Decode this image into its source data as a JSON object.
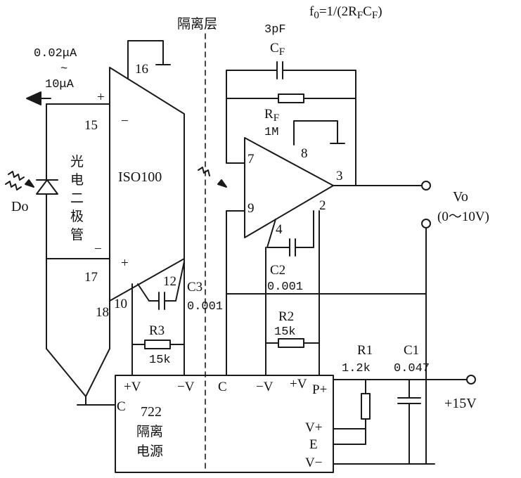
{
  "formula": {
    "prefix": "f",
    "sub0": "0",
    "eq": "=1/(2R",
    "subF1": "F",
    "c": "C",
    "subF2": "F",
    "close": ")"
  },
  "isolation_barrier": "隔离层",
  "photodiode": {
    "current_top": "0.02μA",
    "tilde": "~",
    "current_bottom": "10μA",
    "plus": "+",
    "minus": "−",
    "name_chars": [
      "光",
      "电",
      "二",
      "极",
      "管"
    ],
    "label": "Do"
  },
  "iso100": {
    "name": "ISO100",
    "pins": {
      "p15": "15",
      "p16": "16",
      "p17": "17",
      "p18": "18",
      "p10": "10",
      "p12": "12"
    },
    "minus": "−",
    "plus": "+"
  },
  "c3": {
    "name": "C3",
    "value": "0.001"
  },
  "r3": {
    "name": "R3",
    "value": "15k"
  },
  "cf": {
    "value": "3pF",
    "prefix": "C",
    "sub": "F"
  },
  "rf": {
    "prefix": "R",
    "sub": "F",
    "value": "1M"
  },
  "opamp": {
    "pins": {
      "p7": "7",
      "p8": "8",
      "p3": "3",
      "p9": "9",
      "p2": "2",
      "p4": "4"
    }
  },
  "c2": {
    "name": "C2",
    "value": "0.001"
  },
  "r2": {
    "name": "R2",
    "value": "15k"
  },
  "r1": {
    "name": "R1",
    "value": "1.2k"
  },
  "c1": {
    "name": "C1",
    "value": "0.047"
  },
  "output": {
    "name": "Vo",
    "range": "(0～10V)"
  },
  "supply": {
    "voltage": "+15V"
  },
  "power_module": {
    "model": "722",
    "name_line1": "隔离",
    "name_line2": "电源",
    "pins": {
      "c_left": "C",
      "plus_v_left": "+V",
      "minus_v_left": "−V",
      "c_right": "C",
      "minus_v_right": "−V",
      "plus_v_right": "+V",
      "p_plus": "P+",
      "v_plus": "V+",
      "e": "E",
      "v_minus": "V−"
    }
  }
}
